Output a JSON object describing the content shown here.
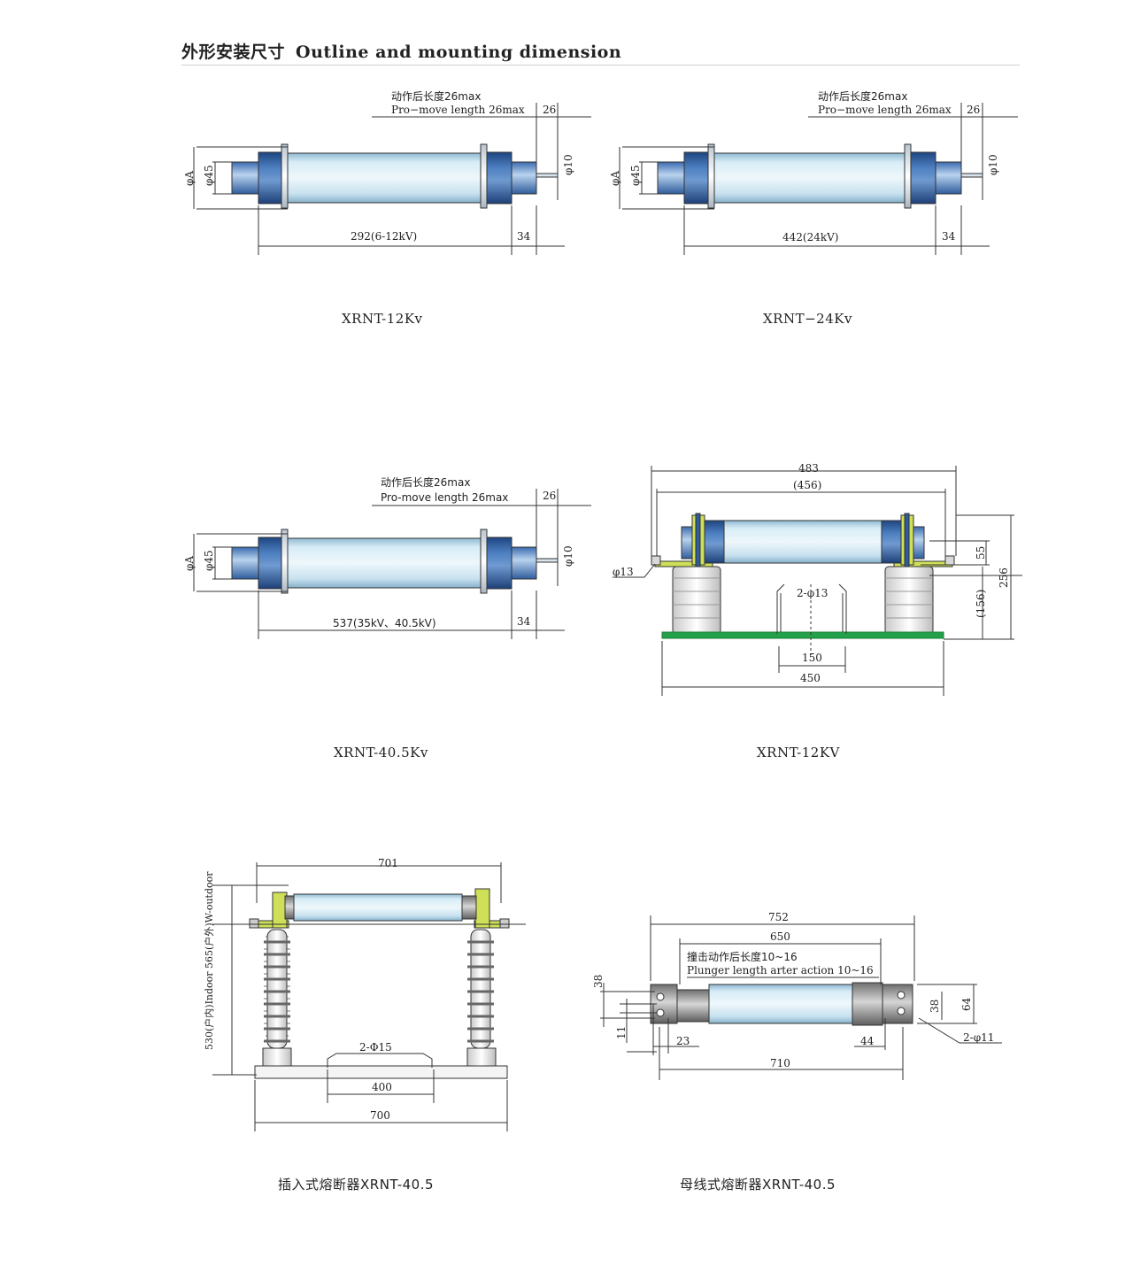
{
  "header": {
    "title_cn": "外形安装尺寸",
    "title_en": "Outline and mounting dimension"
  },
  "d1": {
    "note_cn": "动作后长度26max",
    "note_en": "Pro−move length 26max",
    "stroke": "26",
    "phiA": "φA",
    "phi45": "φ45",
    "phi10": "φ10",
    "length": "292(6-12kV)",
    "end": "34",
    "caption": "XRNT-12Kv"
  },
  "d2": {
    "note_cn": "动作后长度26max",
    "note_en": "Pro−move length 26max",
    "stroke": "26",
    "phiA": "φA",
    "phi45": "φ45",
    "phi10": "φ10",
    "length": "442(24kV)",
    "end": "34",
    "caption": "XRNT−24Kv"
  },
  "d3": {
    "note_cn": "动作后长度26max",
    "note_en": "Pro-move length 26max",
    "stroke": "26",
    "phiA": "φA",
    "phi45": "φ45",
    "phi10": "φ10",
    "length": "537(35kV、40.5kV)",
    "end": "34",
    "caption": "XRNT-40.5Kv"
  },
  "d4": {
    "overall": "483",
    "inner": "(456)",
    "hole": "φ13",
    "holes2": "2-φ13",
    "h55": "55",
    "h256": "256",
    "h156": "(156)",
    "w150": "150",
    "w450": "450",
    "caption": "XRNT-12KV"
  },
  "d5": {
    "width": "701",
    "height": "530(户内)Indoor 565(户外)W-outdoor",
    "holes": "2-Φ15",
    "w400": "400",
    "w700": "700",
    "caption": "插入式熔断器XRNT-40.5"
  },
  "d6": {
    "overall": "752",
    "inner": "650",
    "note_cn": "撞击动作后长度10~16",
    "note_en": "Plunger length arter action 10~16",
    "v38a": "38",
    "v11": "11",
    "w23": "23",
    "w44": "44",
    "v38b": "38",
    "v64": "64",
    "holes": "2-φ11",
    "w710": "710",
    "caption": "母线式熔断器XRNT-40.5"
  },
  "colors": {
    "tube": "#cfe7f3",
    "cap": "#2e5b9c",
    "base": "#22a04a",
    "bracket": "#cfe058",
    "ring": "#e9eef3"
  }
}
